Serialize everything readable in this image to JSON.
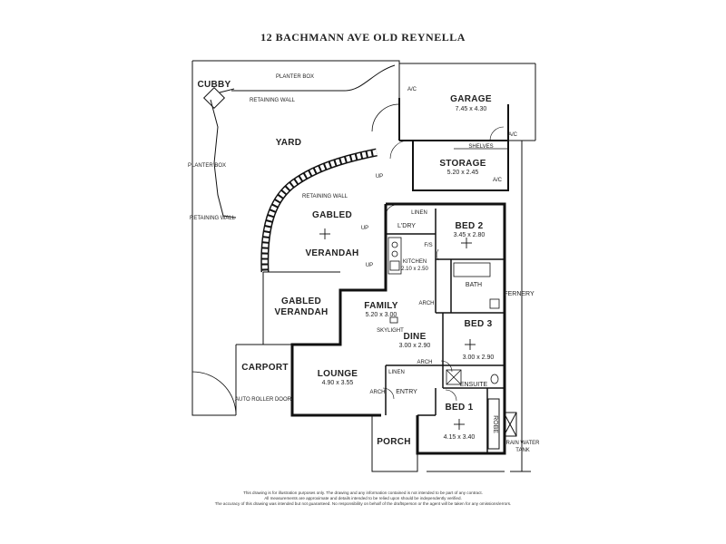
{
  "title": "12 BACHMANN AVE OLD REYNELLA",
  "rooms": {
    "garage": {
      "name": "GARAGE",
      "dims": "7.45 x 4.30"
    },
    "storage": {
      "name": "STORAGE",
      "dims": "5.20 x 2.45"
    },
    "yard": {
      "name": "YARD"
    },
    "gabled_verandah_top": {
      "name1": "GABLED",
      "name2": "VERANDAH"
    },
    "gabled_verandah_mid": {
      "name1": "GABLED",
      "name2": "VERANDAH"
    },
    "carport": {
      "name": "CARPORT"
    },
    "lounge": {
      "name": "LOUNGE",
      "dims": "4.90 x 3.55"
    },
    "family": {
      "name": "FAMILY",
      "dims": "5.20 x 3.00"
    },
    "dine": {
      "name": "DINE",
      "dims": "3.00 x 2.90"
    },
    "kitchen": {
      "name": "KITCHEN",
      "dims": "2.10 x 2.50"
    },
    "laundry": {
      "name": "L'DRY"
    },
    "bed2": {
      "name": "BED 2",
      "dims": "3.45 x 2.80"
    },
    "bath": {
      "name": "BATH"
    },
    "bed3": {
      "name": "BED 3",
      "dims": "3.00 x 2.90"
    },
    "ensuite": {
      "name": "ENSUITE"
    },
    "bed1": {
      "name": "BED 1",
      "dims": "4.15 x 3.40"
    },
    "robe": {
      "name": "ROBE"
    },
    "porch": {
      "name": "PORCH"
    },
    "entry": {
      "name": "ENTRY"
    },
    "cubby": {
      "name": "CUBBY"
    },
    "fernery": {
      "name": "FERNERY"
    }
  },
  "labels": {
    "planter_box_top": "PLANTER BOX",
    "planter_box_left": "PLANTER BOX",
    "retaining_wall_top": "RETAINING WALL",
    "retaining_wall_mid": "RETAINING WALL",
    "retaining_wall_left": "RETAINING WALL",
    "ac_garage": "A/C",
    "ac_storage_top": "A/C",
    "ac_storage_bottom": "A/C",
    "shelves": "SHELVES",
    "up1": "UP",
    "up2": "UP",
    "up3": "UP",
    "linen1": "LINEN",
    "linen2": "LINEN",
    "fs": "F/S",
    "arch1": "ARCH",
    "arch2": "ARCH",
    "arch3": "ARCH",
    "skylight": "SKYLIGHT",
    "auto_roller_door": "AUTO ROLLER DOOR",
    "rain_water_tank_1": "RAIN WATER",
    "rain_water_tank_2": "TANK"
  },
  "disclaimer": [
    "This drawing is for illustration purposes only. The drawing and any information contained is not intended to be part of any contract.",
    "All measurements are approximate and details intended to be relied upon should be independently verified.",
    "The accuracy of this drawing was intended but not guaranteed. No responsibility on behalf of the draftsperson or the agent will be taken for any omissions/errors."
  ]
}
